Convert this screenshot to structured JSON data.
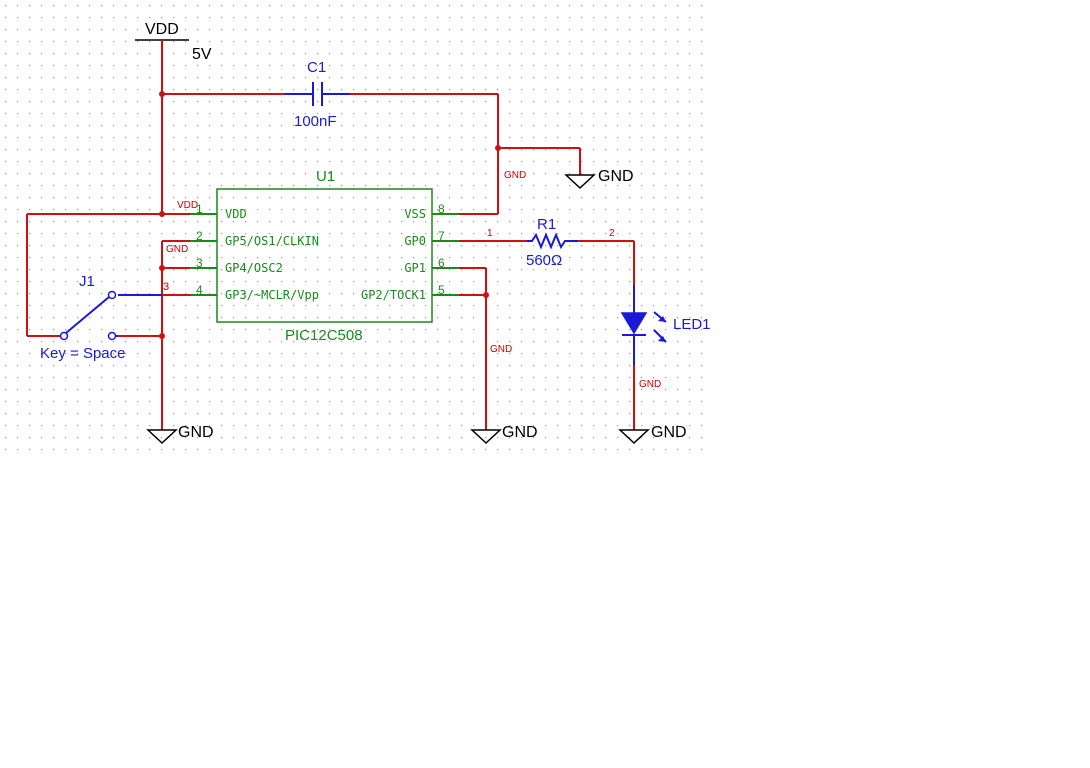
{
  "power": {
    "vdd_label": "VDD",
    "vdd_value": "5V",
    "gnd_label": "GND"
  },
  "capacitor": {
    "ref": "C1",
    "value": "100nF"
  },
  "ic": {
    "ref": "U1",
    "part": "PIC12C508",
    "pins_left": [
      {
        "num": "1",
        "name": "VDD"
      },
      {
        "num": "2",
        "name": "GP5/OS1/CLKIN"
      },
      {
        "num": "3",
        "name": "GP4/OSC2"
      },
      {
        "num": "4",
        "name": "GP3/~MCLR/Vpp"
      }
    ],
    "pins_right": [
      {
        "num": "8",
        "name": "VSS"
      },
      {
        "num": "7",
        "name": "GP0"
      },
      {
        "num": "6",
        "name": "GP1"
      },
      {
        "num": "5",
        "name": "GP2/TOCK1"
      }
    ]
  },
  "resistor": {
    "ref": "R1",
    "value": "560Ω",
    "pin1": "1",
    "pin2": "2"
  },
  "led": {
    "ref": "LED1"
  },
  "switch": {
    "ref": "J1",
    "key": "Key = Space",
    "pin": "3"
  },
  "net_labels": {
    "vdd": "VDD",
    "gnd": "GND"
  },
  "colors": {
    "wire": "#d01010",
    "component": "#1a1ad6",
    "ic": "#1a8a1a",
    "grid": "#9a9a9a"
  }
}
